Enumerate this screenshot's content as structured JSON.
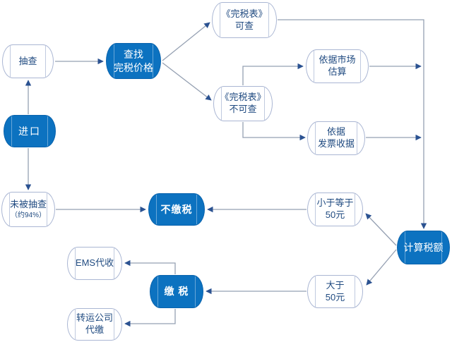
{
  "colors": {
    "node_blue": "#0c72c0",
    "node_blue_border": "#0a63ad",
    "blue_node_text": "#ffffff",
    "white_node_border": "#aab6d3",
    "white_node_text": "#1f4a80",
    "line": "#95a0b2",
    "arrow": "#2b5291"
  },
  "nodes": [
    {
      "id": "spot-check",
      "label": "抽查"
    },
    {
      "id": "import",
      "label": "进口"
    },
    {
      "id": "find-price",
      "label": "查找\n完税价格"
    },
    {
      "id": "table-available",
      "label": "《完税表》\n可查"
    },
    {
      "id": "market-estimate",
      "label": "依据市场\n估算"
    },
    {
      "id": "table-unavailable",
      "label": "《完税表》\n不可查"
    },
    {
      "id": "invoice-receipt",
      "label": "依据\n发票收据"
    },
    {
      "id": "not-sampled",
      "label": "未被抽查",
      "sublabel": "（约94%）"
    },
    {
      "id": "no-tax",
      "label": "不缴税"
    },
    {
      "id": "lte-50",
      "label": "小于等于\n50元"
    },
    {
      "id": "calc-tax",
      "label": "计算税额"
    },
    {
      "id": "gt-50",
      "label": "大于\n50元"
    },
    {
      "id": "pay-tax",
      "label": "缴 税"
    },
    {
      "id": "ems-collect",
      "label": "EMS代收"
    },
    {
      "id": "transfer-company",
      "label": "转运公司\n代缴"
    }
  ],
  "edges": [
    {
      "from": "import",
      "to": "spot-check"
    },
    {
      "from": "import",
      "to": "not-sampled"
    },
    {
      "from": "spot-check",
      "to": "find-price"
    },
    {
      "from": "find-price",
      "to": "table-available"
    },
    {
      "from": "find-price",
      "to": "table-unavailable"
    },
    {
      "from": "table-available",
      "to": "calc-tax"
    },
    {
      "from": "table-unavailable",
      "to": "market-estimate"
    },
    {
      "from": "table-unavailable",
      "to": "invoice-receipt"
    },
    {
      "from": "market-estimate",
      "to": "calc-tax"
    },
    {
      "from": "invoice-receipt",
      "to": "calc-tax"
    },
    {
      "from": "not-sampled",
      "to": "no-tax"
    },
    {
      "from": "lte-50",
      "to": "no-tax"
    },
    {
      "from": "calc-tax",
      "to": "lte-50"
    },
    {
      "from": "calc-tax",
      "to": "gt-50"
    },
    {
      "from": "gt-50",
      "to": "pay-tax"
    },
    {
      "from": "pay-tax",
      "to": "ems-collect"
    },
    {
      "from": "pay-tax",
      "to": "transfer-company"
    }
  ]
}
